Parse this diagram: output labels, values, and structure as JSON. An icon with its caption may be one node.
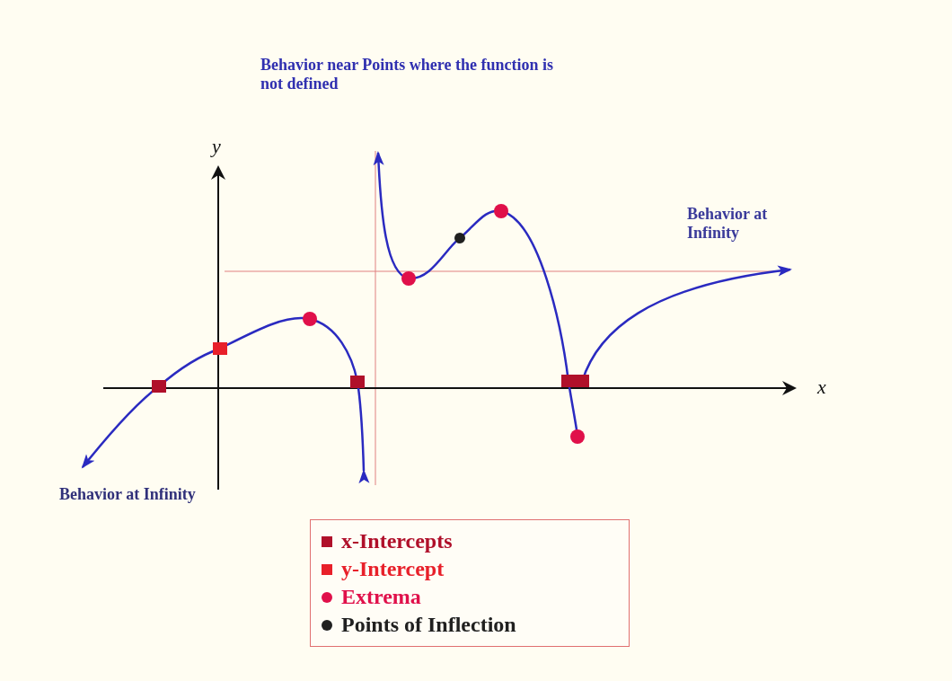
{
  "diagram": {
    "labels": [
      "Behavior near Points where the function is not defined",
      "y",
      "Behavior at Infinity",
      "x",
      "Behavior at Infinity"
    ],
    "legend": [
      {
        "text": "x-Intercepts",
        "color": "#b0102a"
      },
      {
        "text": "y-Intercept",
        "color": "#e8202a"
      },
      {
        "text": "Extrema",
        "color": "#e0104a"
      },
      {
        "text": "Points of Inflection",
        "color": "#202020"
      }
    ]
  }
}
